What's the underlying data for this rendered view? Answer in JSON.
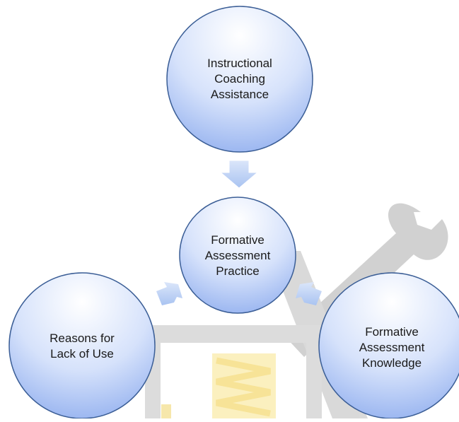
{
  "diagram": {
    "nodes": [
      {
        "id": "instructional-coaching",
        "label": "Instructional\nCoaching\nAssistance"
      },
      {
        "id": "formative-practice",
        "label": "Formative\nAssessment\nPractice"
      },
      {
        "id": "reasons-lack-of-use",
        "label": "Reasons for\nLack of Use"
      },
      {
        "id": "formative-knowledge",
        "label": "Formative\nAssessment\nKnowledge"
      }
    ],
    "edges": [
      {
        "from": "instructional-coaching",
        "to": "formative-practice"
      },
      {
        "from": "reasons-lack-of-use",
        "to": "formative-practice"
      },
      {
        "from": "formative-knowledge",
        "to": "formative-practice"
      }
    ]
  },
  "colors": {
    "node_fill_top": "#ffffff",
    "node_fill_bottom": "#9db8f2",
    "node_stroke": "#3a5f98",
    "arrow_fill": "#b3cbf2",
    "watermark_gray": "#cfcfcf",
    "watermark_yellow": "#fbeeb4"
  }
}
